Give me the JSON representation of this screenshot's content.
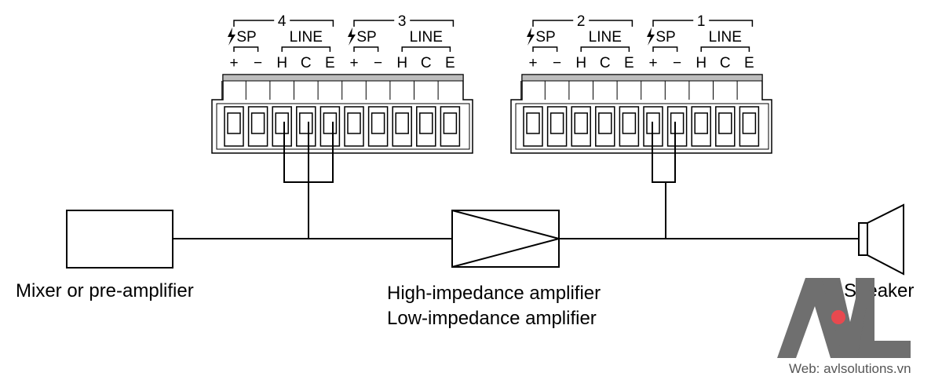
{
  "terminal_blocks": [
    {
      "channels": [
        {
          "number": "4",
          "sp_label": "SP",
          "line_label": "LINE"
        },
        {
          "number": "3",
          "sp_label": "SP",
          "line_label": "LINE"
        }
      ]
    },
    {
      "channels": [
        {
          "number": "2",
          "sp_label": "SP",
          "line_label": "LINE"
        },
        {
          "number": "1",
          "sp_label": "SP",
          "line_label": "LINE"
        }
      ]
    }
  ],
  "pin_labels": [
    "+",
    "−",
    "H",
    "C",
    "E"
  ],
  "captions": {
    "mixer": "Mixer or pre-amplifier",
    "amp_high": "High-impedance amplifier",
    "amp_low": "Low-impedance amplifier",
    "speaker": "Speaker"
  },
  "watermark": {
    "logo_text": "AVL",
    "logo_dot_color": "#e8494f",
    "logo_color": "#6f6f6f",
    "web": "Web: avlsolutions.vn"
  }
}
